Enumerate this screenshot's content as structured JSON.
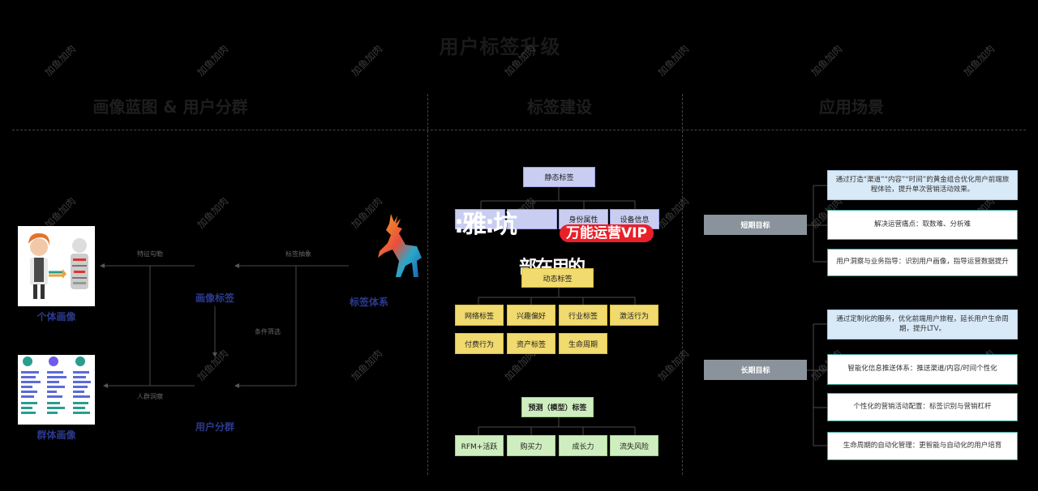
{
  "title": "用户标签升级",
  "sections": {
    "left": "画像蓝图 & 用户分群",
    "middle": "标签建设",
    "right": "应用场景"
  },
  "watermark": "加鱼加肉",
  "left": {
    "individual_label": "个体画像",
    "group_label": "群体画像",
    "portrait_tags": "画像标签",
    "user_groups": "用户分群",
    "tag_system": "标签体系",
    "feature_extract": "特征勾勒",
    "tag_extract": "标签抽象",
    "condition_filter": "条件筛选",
    "crowd_insight": "人群洞察"
  },
  "tags": {
    "static_title": "静态标签",
    "static_items": [
      "身份属性",
      "设备信息"
    ],
    "dynamic_title": "动态标签",
    "dynamic_items": [
      "网络标签",
      "兴趣偏好",
      "行业标签",
      "激活行为",
      "付费行为",
      "资产标签",
      "生命周期"
    ],
    "predict_title": "预测（模型）标签",
    "predict_items": [
      "RFM+活跃",
      "购买力",
      "成长力",
      "流失风险"
    ]
  },
  "overlay": {
    "vip": "万能运营VIP",
    "glitch_a": ":雅:坑",
    "glitch_b": "部在用的"
  },
  "apps": {
    "short_goal": "短期目标",
    "short_items": [
      "通过打造“渠道”“内容”“时间”的黄金组合优化用户前端旅程体验，提升单次营销活动效果。",
      "解决运营痛点：取数难、分析难",
      "用户洞察与业务指导：识别用户画像，指导运营数据提升"
    ],
    "long_goal": "长期目标",
    "long_items": [
      "通过定制化的服务，优化前端用户旅程，延长用户生命周期，提升LTV。",
      "智能化信息推送体系：推送渠道/内容/时间个性化",
      "个性化的营销活动配置：标签识别与营销杠杆",
      "生命周期的自动化管理：更智能与自动化的用户培育"
    ]
  },
  "colors": {
    "static": "#c9cdf1",
    "dynamic": "#f1da6e",
    "predict": "#cfeebf",
    "goal": "#8a939c",
    "app_border": "#3aa69e",
    "label_blue": "#2b3a8f"
  }
}
